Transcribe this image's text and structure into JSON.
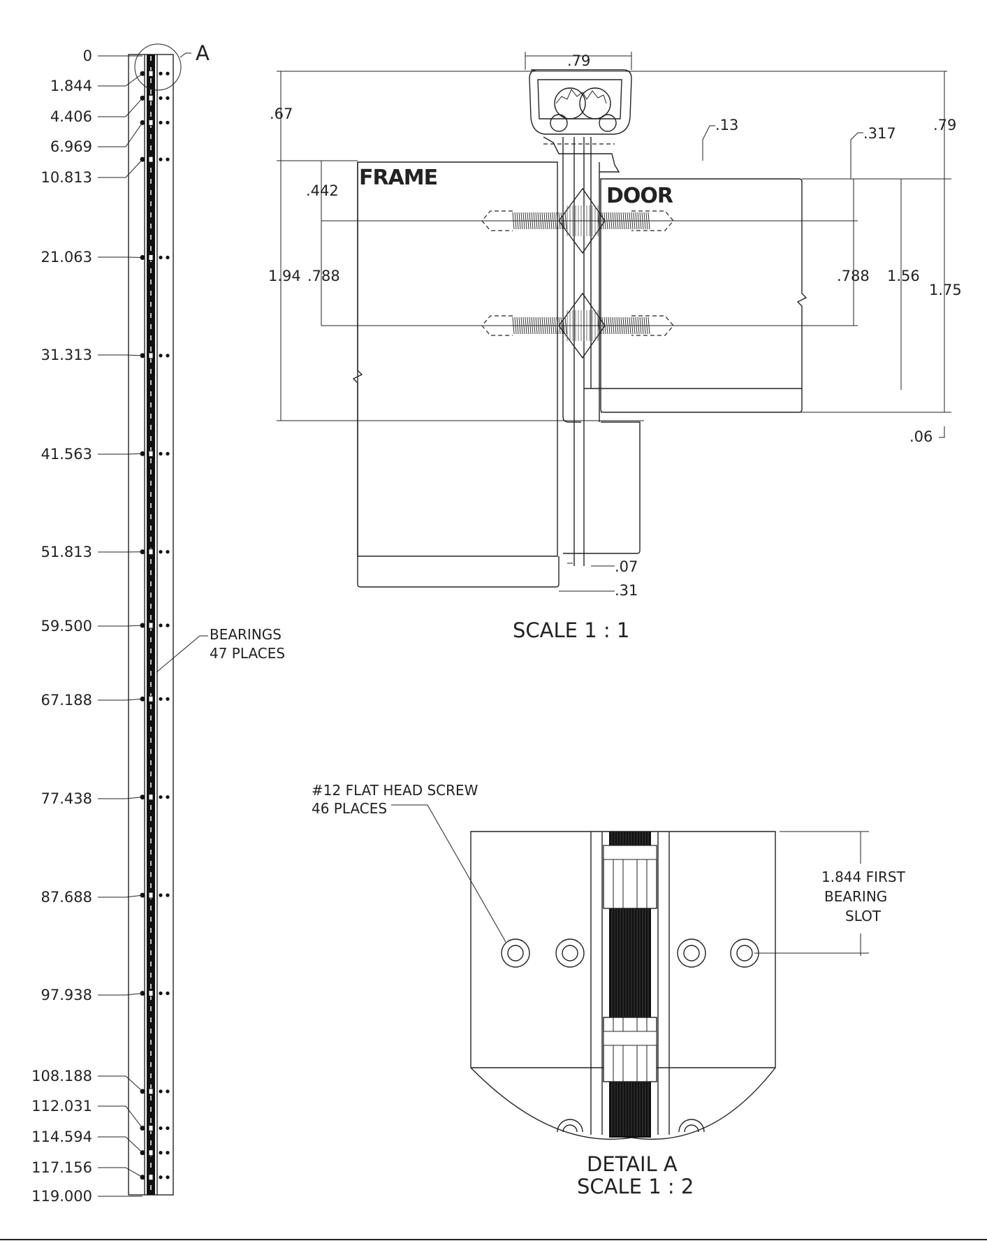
{
  "strip": {
    "marks": [
      "0",
      "1.844",
      "4.406",
      "6.969",
      "10.813",
      "21.063",
      "31.313",
      "41.563",
      "51.813",
      "59.500",
      "67.188",
      "77.438",
      "87.688",
      "97.938",
      "108.188",
      "112.031",
      "114.594",
      "117.156",
      "119.000"
    ],
    "detail_callout": "A",
    "bearings_note": [
      "BEARINGS",
      "47 PLACES"
    ]
  },
  "section": {
    "frame_label": "FRAME",
    "door_label": "DOOR",
    "dims": {
      "profile_width": ".79",
      "top_height_left": ".67",
      "top_height_right": ".79",
      "offset_13": ".13",
      "offset_317": ".317",
      "screw_top_left": ".442",
      "height_left": "1.94",
      "screw_spacing_left": ".788",
      "screw_spacing_right": ".788",
      "door_height": "1.56",
      "total_right": "1.75",
      "gap_bottom": ".06",
      "gap_07": ".07",
      "gap_31": ".31"
    },
    "scale_label": "SCALE 1 : 1"
  },
  "detail": {
    "screw_note": [
      "#12 FLAT HEAD SCREW",
      "46 PLACES"
    ],
    "bearing_note": [
      "1.844 FIRST",
      "BEARING",
      "SLOT"
    ],
    "title": "DETAIL A",
    "scale_label": "SCALE 1 : 2"
  }
}
